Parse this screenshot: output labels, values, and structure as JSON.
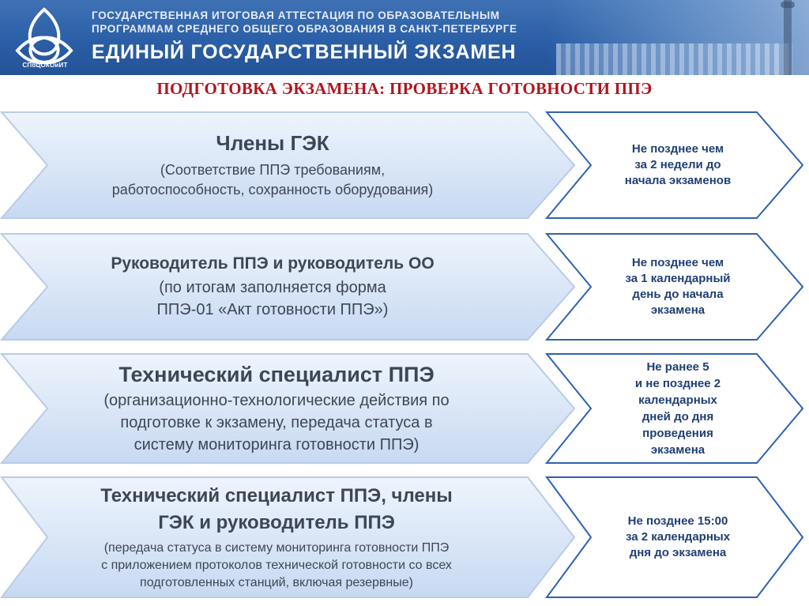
{
  "header": {
    "logo_text": "СПбЦОКОиИТ",
    "line1": "ГОСУДАРСТВЕННАЯ ИТОГОВАЯ АТТЕСТАЦИЯ ПО ОБРАЗОВАТЕЛЬНЫМ",
    "line2": "ПРОГРАММАМ СРЕДНЕГО ОБЩЕГО ОБРАЗОВАНИЯ В САНКТ-ПЕТЕРБУРГЕ",
    "line3": "ЕДИНЫЙ ГОСУДАРСТВЕННЫЙ ЭКЗАМЕН"
  },
  "subtitle": "ПОДГОТОВКА ЭКЗАМЕНА:  ПРОВЕРКА ГОТОВНОСТИ ППЭ",
  "colors": {
    "header_blue": "#2a5ea6",
    "subtitle_red": "#b2141e",
    "arrow_fill": "#d6e4f7",
    "arrow_border": "#2d62b3",
    "deadline_text": "#1f3f73"
  },
  "rows": [
    {
      "title_lines": [
        "Члены ГЭК"
      ],
      "desc_lines": [
        "(Соответствие ППЭ требованиям,",
        "работоспособность, сохранность оборудования)"
      ],
      "deadline_lines": [
        "Не позднее чем",
        "за 2 недели  до",
        "начала экзаменов"
      ]
    },
    {
      "title_lines": [
        "Руководитель ППЭ и руководитель ОО"
      ],
      "desc_lines": [
        "(по итогам заполняется форма",
        "ППЭ-01 «Акт готовности ППЭ»)"
      ],
      "deadline_lines": [
        "Не позднее чем",
        "за 1 календарный",
        "день до начала",
        "экзамена"
      ]
    },
    {
      "title_lines": [
        "Технический специалист ППЭ"
      ],
      "desc_lines": [
        "(организационно-технологические действия по",
        "подготовке к экзамену, передача статуса в",
        "систему мониторинга готовности ППЭ)"
      ],
      "deadline_lines": [
        "Не ранее 5",
        "и не позднее 2",
        "календарных",
        "дней до дня",
        "проведения",
        "экзамена"
      ]
    },
    {
      "title_lines": [
        "Технический специалист ППЭ, члены",
        "ГЭК и руководитель ППЭ"
      ],
      "desc_lines": [
        "(передача статуса в систему мониторинга готовности ППЭ",
        "с приложением протоколов технической готовности со всех",
        "подготовленных станций, включая резервные)"
      ],
      "deadline_lines": [
        "Не позднее 15:00",
        "за 2 календарных",
        "дня до экзамена"
      ]
    }
  ]
}
